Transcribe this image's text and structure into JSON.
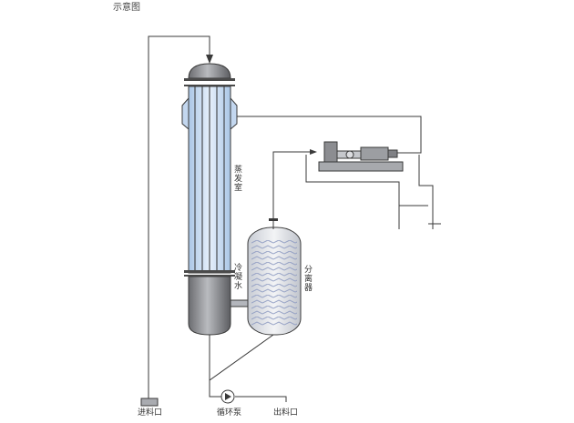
{
  "title": "示意图",
  "labels": {
    "evaporator": "蒸发室",
    "cooling_water": "冷凝水",
    "separator": "分离器",
    "feed_inlet": "进料口",
    "circulation_pump": "循环泵",
    "outlet": "出料口"
  },
  "colors": {
    "line": "#3a3a3a",
    "tube_fill": "#c9dcf2",
    "tube_stripe": "#e8f1fb",
    "head_fill": "#7d7d80",
    "separator_fill": "#dfe1e6",
    "separator_wave": "#9aa6c6"
  }
}
